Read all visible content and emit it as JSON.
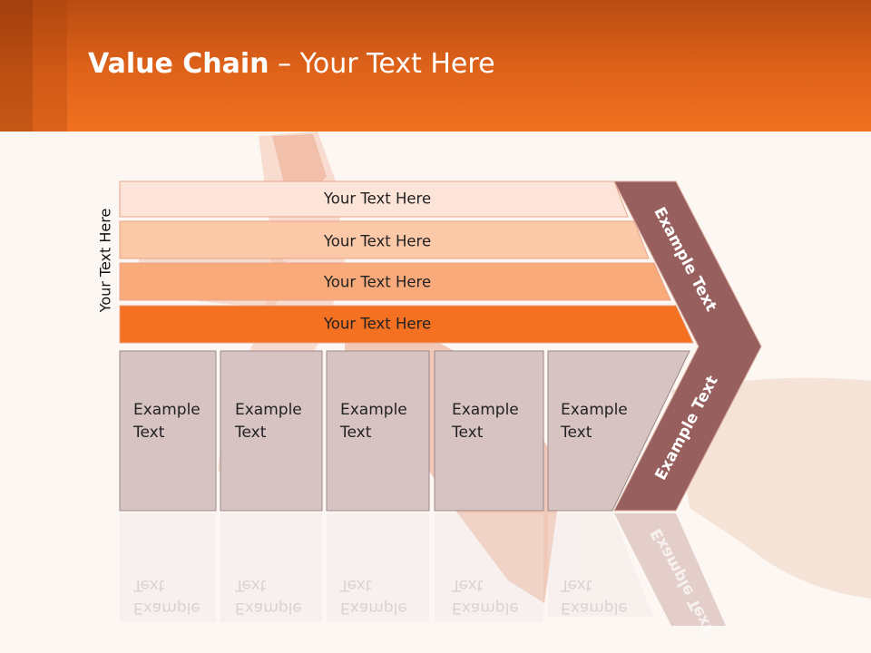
{
  "title": {
    "bold": "Value Chain",
    "rest": " – Your Text Here"
  },
  "side_label": "Your Text Here",
  "bands": [
    "Your Text Here",
    "Your Text Here",
    "Your Text Here",
    "Your Text Here"
  ],
  "boxes": [
    {
      "line1": "Example",
      "line2": "Text"
    },
    {
      "line1": "Example",
      "line2": "Text"
    },
    {
      "line1": "Example",
      "line2": "Text"
    },
    {
      "line1": "Example",
      "line2": "Text"
    },
    {
      "line1": "Example",
      "line2": "Text"
    }
  ],
  "chevron": {
    "upper": "Example Text",
    "lower": "Example Text"
  },
  "colors": {
    "header": "#e8661c",
    "band1": "#fde4d8",
    "band2": "#fbc8a8",
    "band3": "#f9aa7a",
    "band4": "#f37121",
    "box": "#d8c3c3",
    "chevron": "#97605e"
  }
}
